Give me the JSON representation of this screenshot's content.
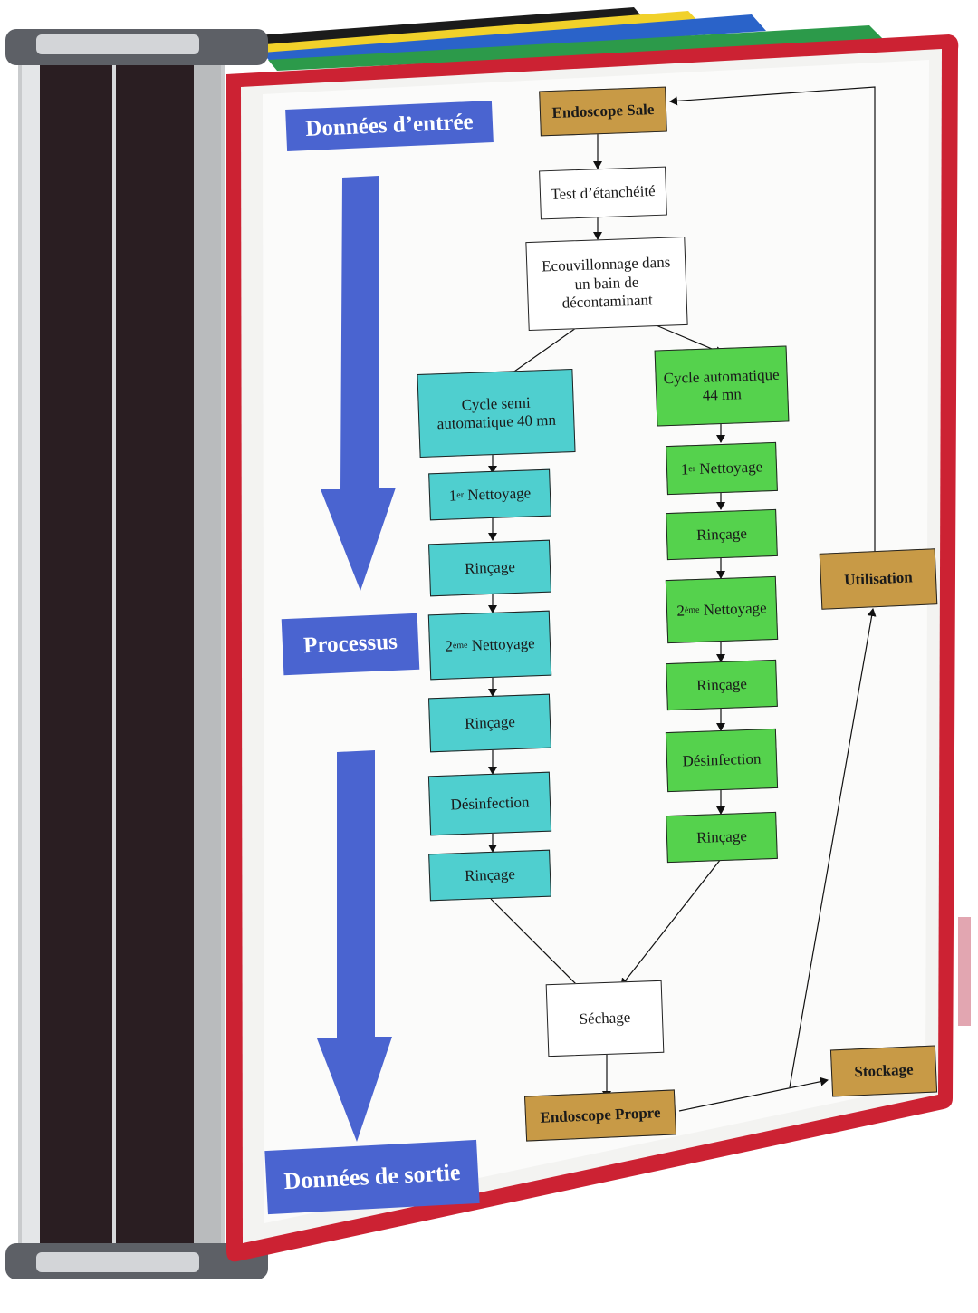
{
  "colors": {
    "input_box": "#c89a46",
    "semi_auto": "#4fcfcf",
    "auto": "#55d24d",
    "phase_label": "#4a64d0",
    "frame": "#cc2233"
  },
  "phase_labels": {
    "input": "Données d’entrée",
    "process": "Processus",
    "output": "Données de sortie"
  },
  "flow": {
    "start": "Endoscope Sale",
    "leak_test": "Test d’étanchéité",
    "brushing": "Ecouvillonnage dans\nun bain de\ndécontaminant",
    "semi_auto": {
      "title": "Cycle semi\nautomatique 40 mn",
      "step1_pre": "1",
      "step1_sup": "er",
      "step1_post": " Nettoyage",
      "rinse1": "Rinçage",
      "step2_pre": "2",
      "step2_sup": "ème",
      "step2_post": " Nettoyage",
      "rinse2": "Rinçage",
      "disinfection": "Désinfection",
      "rinse3": "Rinçage"
    },
    "auto": {
      "title": "Cycle automatique\n44 mn",
      "step1_pre": "1",
      "step1_sup": "er",
      "step1_post": " Nettoyage",
      "rinse1": "Rinçage",
      "step2_pre": "2",
      "step2_sup": "ème",
      "step2_post": " Nettoyage",
      "rinse2": "Rinçage",
      "disinfection": "Désinfection",
      "rinse3": "Rinçage"
    },
    "drying": "Séchage",
    "clean": "Endoscope Propre",
    "storage": "Stockage",
    "use": "Utilisation"
  }
}
